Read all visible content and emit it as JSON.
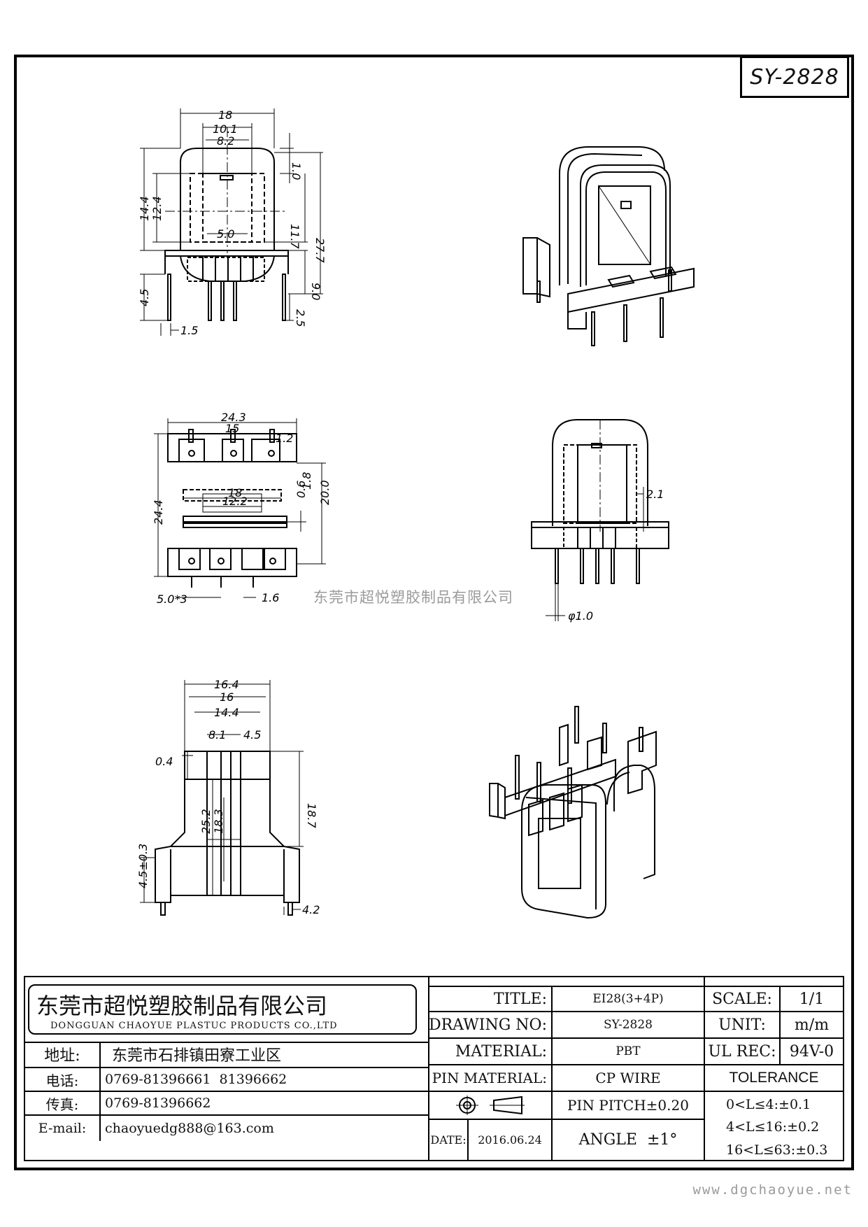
{
  "drawing_code": "SY-2828",
  "watermark": "东莞市超悦塑胶制品有限公司",
  "website": "www.dgchaoyue.net",
  "view1_dims": [
    "18",
    "10.1",
    "8.2",
    "1.0",
    "11.7",
    "27.7",
    "14.4",
    "12.4",
    "5.0",
    "9.0",
    "4.5",
    "2.5",
    "1.5"
  ],
  "view2_dims": [
    "24.3",
    "15",
    "1.2",
    "24.4",
    "18",
    "12.2",
    "0.6",
    "1.8",
    "20.0",
    "5.0*3",
    "1.6"
  ],
  "view3_dims": [
    "2.1",
    "φ1.0"
  ],
  "view4_dims": [
    "16.4",
    "16",
    "14.4",
    "8.1",
    "4.5",
    "0.4",
    "18.7",
    "25.2",
    "18.3",
    "4.5±0.3",
    "4.2"
  ],
  "company": {
    "name_cn": "东莞市超悦塑胶制品有限公司",
    "name_en": "DONGGUAN CHAOYUE PLASTUC PRODUCTS CO.,LTD",
    "address_label": "地址:",
    "address": "东莞市石排镇田寮工业区",
    "phone_label": "电话:",
    "phone": "0769-81396661  81396662",
    "fax_label": "传真:",
    "fax": "0769-81396662",
    "email_label": "E-mail:",
    "email": "chaoyuedg888@163.com"
  },
  "title_block": {
    "title_label": "TITLE:",
    "title": "EI28(3+4P)",
    "drawing_no_label": "DRAWING NO:",
    "drawing_no": "SY-2828",
    "material_label": "MATERIAL:",
    "material": "PBT",
    "pin_material_label": "PIN MATERIAL:",
    "pin_material": "CP WIRE",
    "pin_pitch": "PIN PITCH±0.20",
    "date_label": "DATE:",
    "date": "2016.06.24",
    "angle": "ANGLE  ±1°",
    "scale_label": "SCALE:",
    "scale": "1/1",
    "unit_label": "UNIT:",
    "unit": "m/m",
    "ul_rec_label": "UL REC:",
    "ul_rec": "94V-0",
    "tolerance_label": "TOLERANCE",
    "tolerance": [
      "0<L≤4:±0.1",
      "4<L≤16:±0.2",
      "16<L≤63:±0.3"
    ]
  }
}
